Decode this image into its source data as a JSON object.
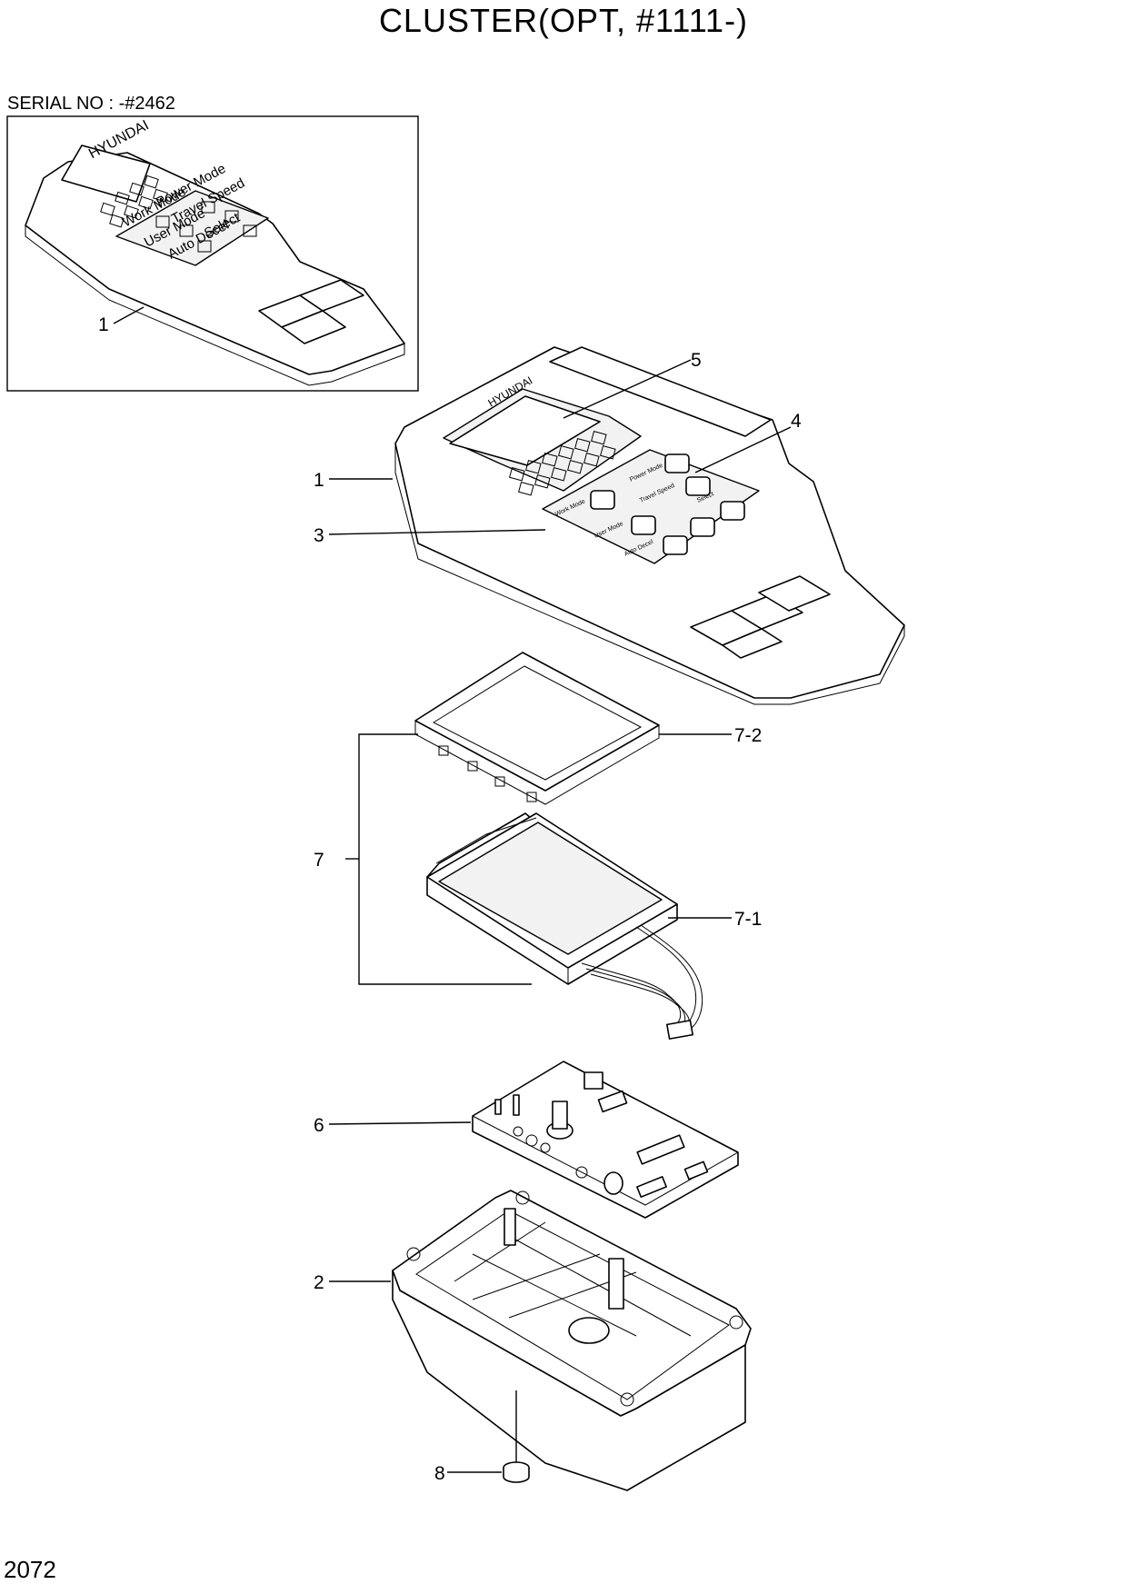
{
  "title": "CLUSTER(OPT, #1111-)",
  "serial_note": "SERIAL NO : -#2462",
  "page_number": "2072",
  "inset": {
    "brand": "HYUNDAI",
    "button_labels": [
      "Power Mode",
      "Travel Speed",
      "Work Mode",
      "User Mode",
      "Auto Decel",
      "Select"
    ]
  },
  "main_cluster": {
    "brand": "HYUNDAI",
    "button_labels": [
      "Power Mode",
      "Travel Speed",
      "Work Mode",
      "User Mode",
      "Auto Decel",
      "Select"
    ]
  },
  "callouts": {
    "inset_part": "1",
    "cluster_body": "1",
    "keypad_sheet": "3",
    "switch_sheet": "4",
    "lcd_window": "5",
    "lcd_assembly": "7",
    "lcd_frame": "7-2",
    "lcd_module": "7-1",
    "pcb": "6",
    "lower_case": "2",
    "rubber_foot": "8"
  }
}
